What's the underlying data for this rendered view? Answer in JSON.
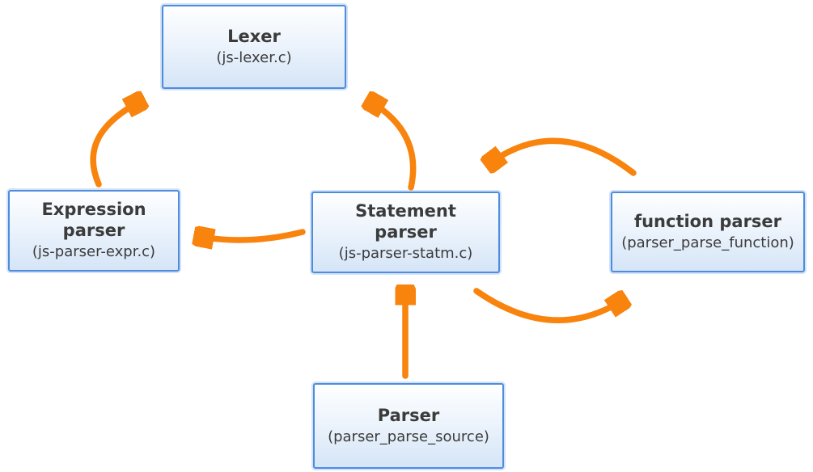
{
  "diagram": {
    "colors": {
      "arrow": "#F8830D",
      "box_border": "#4E8CDE",
      "box_fill_top": "#FEFFFF",
      "box_fill_bottom": "#D5E5F7",
      "text": "#3B3B3B",
      "background": "#FFFFFF"
    },
    "nodes": [
      {
        "id": "lexer",
        "title": "Lexer",
        "subtitle": "(js-lexer.c)"
      },
      {
        "id": "expression-parser",
        "title": "Expression parser",
        "subtitle": "(js-parser-expr.c)"
      },
      {
        "id": "statement-parser",
        "title": "Statement parser",
        "subtitle": "(js-parser-statm.c)"
      },
      {
        "id": "function-parser",
        "title": "function parser",
        "subtitle": "(parser_parse_function)"
      },
      {
        "id": "parser",
        "title": "Parser",
        "subtitle": "(parser_parse_source)"
      }
    ],
    "edges": [
      {
        "from": "expression-parser",
        "to": "lexer"
      },
      {
        "from": "statement-parser",
        "to": "lexer"
      },
      {
        "from": "statement-parser",
        "to": "expression-parser"
      },
      {
        "from": "function-parser",
        "to": "statement-parser"
      },
      {
        "from": "statement-parser",
        "to": "function-parser"
      },
      {
        "from": "parser",
        "to": "statement-parser"
      }
    ]
  }
}
